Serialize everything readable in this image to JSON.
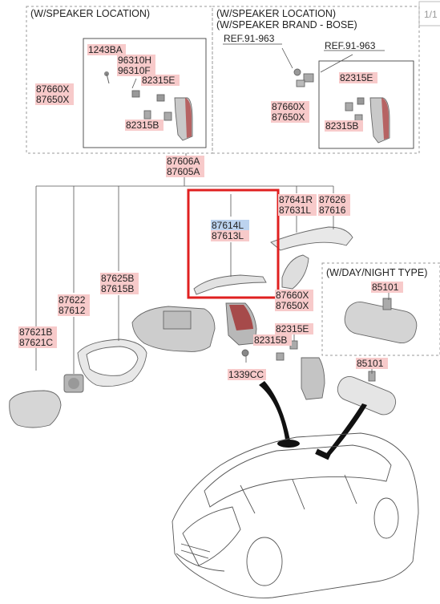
{
  "page_indicator": "1/1",
  "sections": {
    "speaker_location": "(W/SPEAKER LOCATION)",
    "speaker_bose_line1": "(W/SPEAKER LOCATION)",
    "speaker_bose_line2": "(W/SPEAKER BRAND - BOSE)",
    "day_night": "(W/DAY/NIGHT TYPE)"
  },
  "refs": {
    "ref_a": "REF.91-963",
    "ref_b": "REF.91-963"
  },
  "parts": {
    "p1243BA": "1243BA",
    "p96310H": "96310H",
    "p96310F": "96310F",
    "p82315E_a": "82315E",
    "p87660X_a": "87660X",
    "p87650X_a": "87650X",
    "p82315B_a": "82315B",
    "p82315E_b": "82315E",
    "p87660X_b": "87660X",
    "p87650X_b": "87650X",
    "p82315B_b": "82315B",
    "p87606A": "87606A",
    "p87605A": "87605A",
    "p87614L": "87614L",
    "p87613L": "87613L",
    "p87641R": "87641R",
    "p87631L": "87631L",
    "p87626": "87626",
    "p87616": "87616",
    "p87625B": "87625B",
    "p87615B": "87615B",
    "p87622": "87622",
    "p87612": "87612",
    "p87621B": "87621B",
    "p87621C": "87621C",
    "p87660X_c": "87660X",
    "p87650X_c": "87650X",
    "p82315E_c": "82315E",
    "p82315B_c": "82315B",
    "p1339CC": "1339CC",
    "p85101_a": "85101",
    "p85101_b": "85101"
  },
  "colors": {
    "label_bg": "#f7caca",
    "highlight_bg": "#bcd3ef",
    "selection_frame": "#e02020"
  }
}
